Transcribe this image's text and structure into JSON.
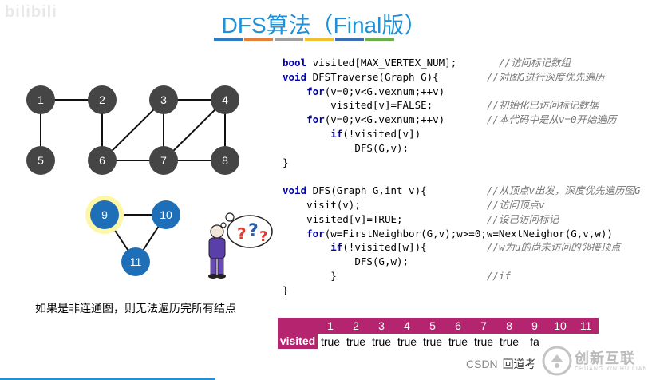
{
  "watermark": "bilibili",
  "title": "DFS算法（Final版）",
  "title_bar_colors": [
    "#2e7cc4",
    "#e3803a",
    "#a0a0a0",
    "#f2c12e",
    "#3a6fb6",
    "#6ab04c"
  ],
  "graph": {
    "nodes": [
      {
        "id": "1",
        "label": "1",
        "color": "#454545"
      },
      {
        "id": "2",
        "label": "2",
        "color": "#454545"
      },
      {
        "id": "3",
        "label": "3",
        "color": "#454545"
      },
      {
        "id": "4",
        "label": "4",
        "color": "#454545"
      },
      {
        "id": "5",
        "label": "5",
        "color": "#454545"
      },
      {
        "id": "6",
        "label": "6",
        "color": "#454545"
      },
      {
        "id": "7",
        "label": "7",
        "color": "#454545"
      },
      {
        "id": "8",
        "label": "8",
        "color": "#454545"
      },
      {
        "id": "9",
        "label": "9",
        "color": "#1f6fb8",
        "highlight": "#fff9b0"
      },
      {
        "id": "10",
        "label": "10",
        "color": "#1f6fb8"
      },
      {
        "id": "11",
        "label": "11",
        "color": "#1f6fb8"
      }
    ]
  },
  "code": {
    "lines": [
      {
        "kw": "bool",
        "text": " visited[MAX_VERTEX_NUM];",
        "cm": "//访问标记数组"
      },
      {
        "kw": "void",
        "text": " DFSTraverse(Graph G){",
        "cm": "//对图G进行深度优先遍历"
      },
      {
        "indent": "    ",
        "kw": "for",
        "text": "(v=0;v<G.vexnum;++v)",
        "cm": ""
      },
      {
        "indent": "        ",
        "kw": "",
        "text": "visited[v]=FALSE;",
        "cm": "//初始化已访问标记数据"
      },
      {
        "indent": "    ",
        "kw": "for",
        "text": "(v=0;v<G.vexnum;++v)",
        "cm": "//本代码中是从v=0开始遍历"
      },
      {
        "indent": "        ",
        "kw": "if",
        "text": "(!visited[v])",
        "cm": ""
      },
      {
        "indent": "            ",
        "kw": "",
        "text": "DFS(G,v);",
        "cm": ""
      },
      {
        "kw": "",
        "text": "}",
        "cm": ""
      },
      {
        "kw": "",
        "text": "",
        "cm": ""
      },
      {
        "kw": "void",
        "text": " DFS(Graph G,int v){",
        "cm": "//从顶点v出发，深度优先遍历图G"
      },
      {
        "indent": "    ",
        "kw": "",
        "text": "visit(v);",
        "cm": "//访问顶点v"
      },
      {
        "indent": "    ",
        "kw": "",
        "text": "visited[v]=TRUE;",
        "cm": "//设已访问标记"
      },
      {
        "indent": "    ",
        "kw": "for",
        "text": "(w=FirstNeighbor(G,v);w>=0;w=NextNeighor(G,v,w))",
        "cm": ""
      },
      {
        "indent": "        ",
        "kw": "if",
        "text": "(!visited[w]){",
        "cm": "//w为u的尚未访问的邻接顶点"
      },
      {
        "indent": "            ",
        "kw": "",
        "text": "DFS(G,w);",
        "cm": ""
      },
      {
        "indent": "        ",
        "kw": "",
        "text": "}  ",
        "cm": "//if"
      },
      {
        "kw": "",
        "text": "}",
        "cm": ""
      }
    ]
  },
  "caption": "如果是非连通图，则无法遍历完所有结点",
  "table": {
    "headers": [
      "1",
      "2",
      "3",
      "4",
      "5",
      "6",
      "7",
      "8",
      "9",
      "10",
      "11"
    ],
    "row_label": "visited",
    "values": [
      "true",
      "true",
      "true",
      "true",
      "true",
      "true",
      "true",
      "true",
      "fa",
      "",
      ""
    ]
  },
  "csdn": "CSDN",
  "csdn_overlay": "回道考",
  "brand": {
    "name": "创新互联",
    "sub": "CHUANG XIN HU LIAN"
  }
}
